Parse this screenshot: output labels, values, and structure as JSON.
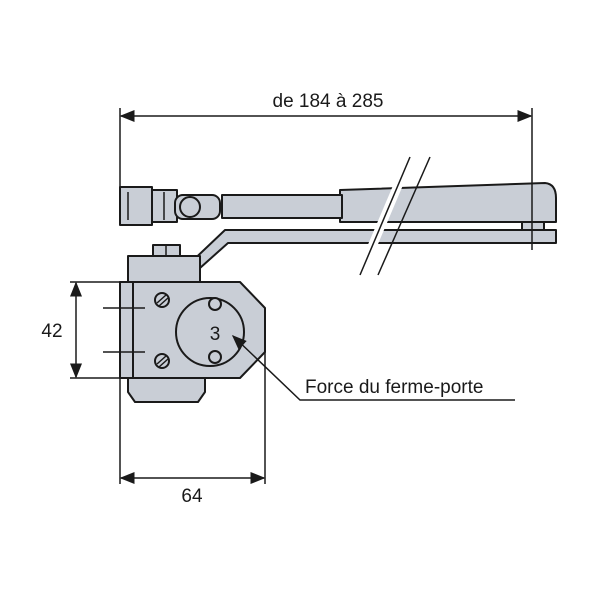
{
  "dimensions": {
    "arm_length": "de 184 à 285",
    "height": "42",
    "width": "64"
  },
  "annotation": {
    "force_value": "3",
    "force_label": "Force du ferme-porte"
  },
  "colors": {
    "part_fill": "#c9ced6",
    "line": "#1a1a1a"
  }
}
